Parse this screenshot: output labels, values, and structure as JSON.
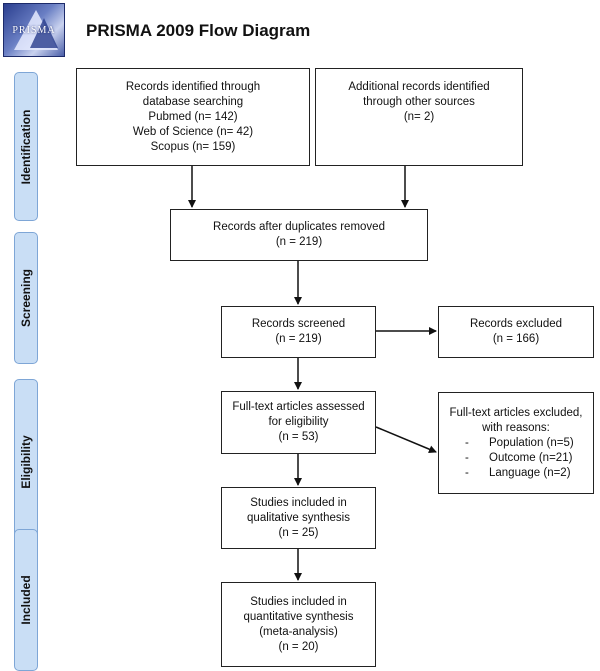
{
  "logo": {
    "text": "PRISMA"
  },
  "header": {
    "title": "PRISMA 2009 Flow Diagram"
  },
  "stages": [
    "Identification",
    "Screening",
    "Eligibility",
    "Included"
  ],
  "boxes": {
    "database_records": {
      "lines": [
        "Records identified through",
        "database searching",
        "Pubmed (n= 142)",
        "Web of Science (n= 42)",
        "Scopus (n= 159)"
      ]
    },
    "other_records": {
      "lines": [
        "Additional records identified",
        "through other sources",
        "(n= 2)"
      ]
    },
    "after_duplicates": {
      "lines": [
        "Records after duplicates removed",
        "(n = 219)"
      ]
    },
    "screened": {
      "lines": [
        "Records screened",
        "(n = 219)"
      ]
    },
    "excluded": {
      "lines": [
        "Records excluded",
        "(n = 166)"
      ]
    },
    "fulltext_assessed": {
      "lines": [
        "Full-text articles assessed",
        "for eligibility",
        "(n = 53)"
      ]
    },
    "fulltext_excluded": {
      "title_lines": [
        "Full-text articles excluded,",
        "with reasons:"
      ],
      "items": [
        {
          "bullet": "-",
          "text": "Population (n=5)"
        },
        {
          "bullet": "-",
          "text": "Outcome (n=21)"
        },
        {
          "bullet": "-",
          "text": "Language (n=2)"
        }
      ]
    },
    "qualitative": {
      "lines": [
        "Studies included in",
        "qualitative synthesis",
        "(n = 25)"
      ]
    },
    "quantitative": {
      "lines": [
        "Studies included in",
        "quantitative synthesis",
        "(meta-analysis)",
        "(n = 20)"
      ]
    }
  }
}
